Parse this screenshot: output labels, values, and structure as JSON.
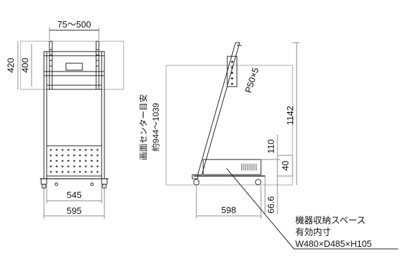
{
  "front_view": {
    "top_width": "75〜500",
    "height_420": "420",
    "height_400": "400",
    "inner_width": "545",
    "outer_width": "595"
  },
  "side_view": {
    "screen_center_label": "画面センター目安",
    "screen_center_range": "約944〜1039",
    "pitch": "P50×5",
    "total_height": "1142",
    "box_110": "110",
    "box_40": "40",
    "depth": "598",
    "clearance": "66.6"
  },
  "storage_note": {
    "line1": "機器収納スペース",
    "line2": "有効内寸",
    "line3": "W480×D485×H105"
  }
}
